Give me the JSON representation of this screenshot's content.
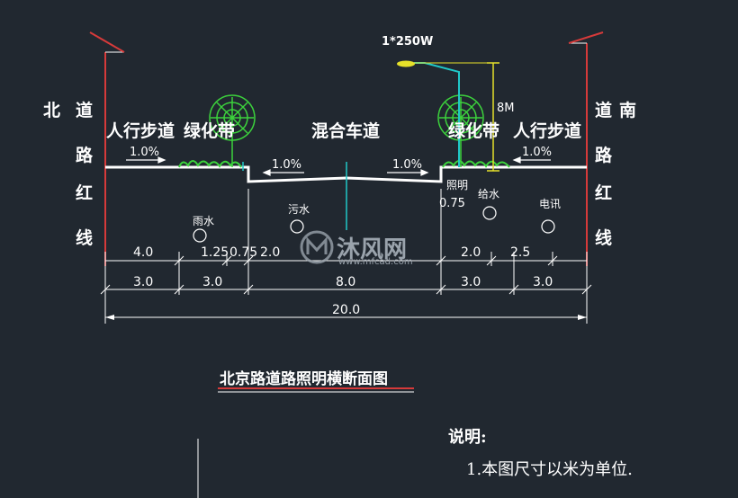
{
  "left_redline": {
    "chars": [
      "北",
      "道",
      "路",
      "红",
      "线"
    ]
  },
  "right_redline": {
    "chars": [
      "道",
      "南",
      "路",
      "红",
      "线"
    ]
  },
  "zones": {
    "sidewalk_left": "人行步道",
    "green_left": "绿化带",
    "roadway": "混合车道",
    "green_right": "绿化带",
    "sidewalk_right": "人行步道"
  },
  "lamp": {
    "label": "1*250W",
    "height": "8M"
  },
  "slopes": [
    "1.0%",
    "1.0%",
    "1.0%",
    "1.0%"
  ],
  "pipes": {
    "rain": "雨水",
    "sewage": "污水",
    "lighting": "照明",
    "lighting_offset": "0.75",
    "water": "给水",
    "telecom": "电讯"
  },
  "dims_row1": [
    "4.0",
    "1.25",
    "0.75",
    "2.0",
    "2.0",
    "2.5"
  ],
  "dims_row2": [
    "3.0",
    "3.0",
    "8.0",
    "3.0",
    "3.0"
  ],
  "dims_total": "20.0",
  "watermark": {
    "brand": "沐风网",
    "url": "www.mfcad.com"
  },
  "caption": "北京路道路照明横断面图",
  "notes": {
    "title": "说明:",
    "items": [
      "1.本图尺寸以米为单位."
    ]
  },
  "colors": {
    "background": "#212830",
    "redline": "#d63a3a",
    "lamp": "#20c8c8",
    "lamp_height": "#e6e12a",
    "tree": "#3cd23c",
    "road": "#ffffff",
    "dimension": "#ffffff"
  }
}
